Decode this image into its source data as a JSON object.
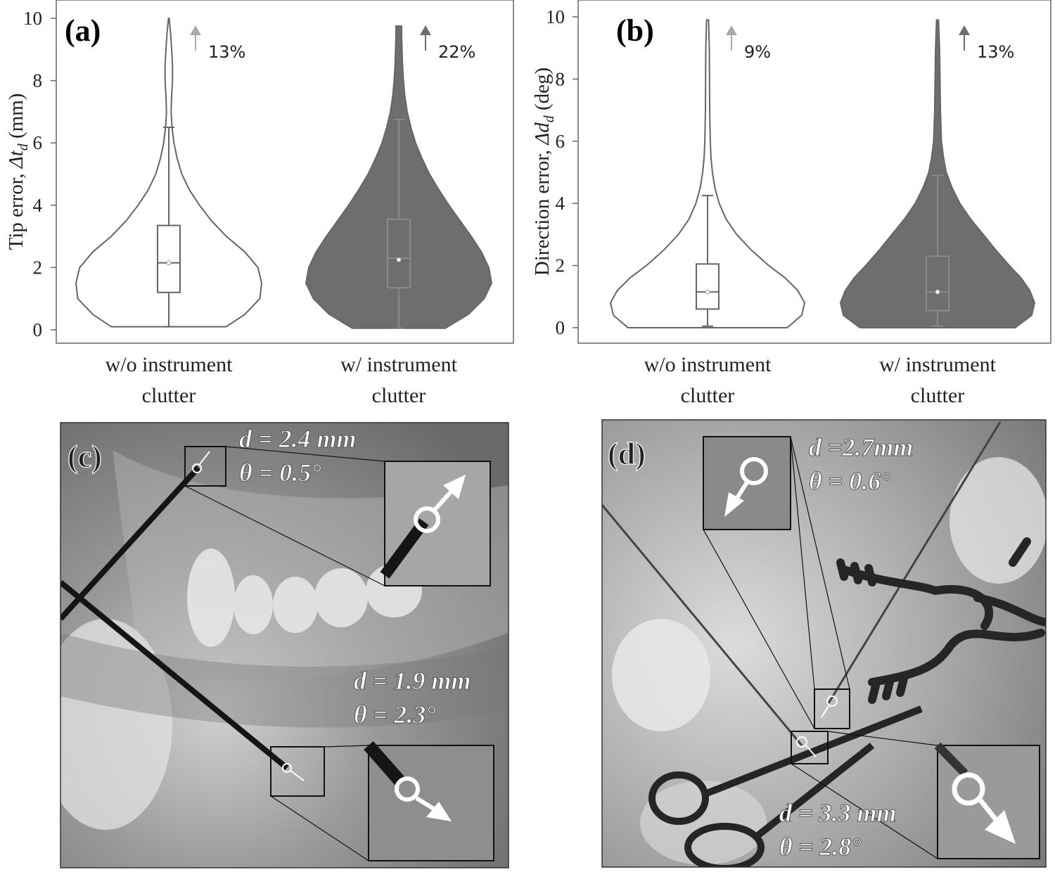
{
  "colors": {
    "white_fill": "#ffffff",
    "clutter_fill": "#6e6e6e",
    "outline": "#666666",
    "arrow_light": "#aaaaaa",
    "arrow_dark": "#6e6e6e"
  },
  "chart_data": [
    {
      "type": "violin",
      "panel": "(a)",
      "ylabel": "Tip error, Δt_d (mm)",
      "ylabel_plain": "Tip error, ",
      "ylabel_sym": "Δt",
      "ylabel_sub": "d",
      "ylabel_unit": " (mm)",
      "ylim": [
        0,
        10
      ],
      "yticks": [
        0,
        2,
        4,
        6,
        8,
        10
      ],
      "categories": [
        {
          "line1": "w/o instrument",
          "line2": "clutter"
        },
        {
          "line1": "w/ instrument",
          "line2": "clutter"
        }
      ],
      "series": [
        {
          "fill": "white",
          "min": 0.1,
          "q1": 1.2,
          "median": 2.15,
          "mean": 2.15,
          "q3": 3.35,
          "whisker_low": 0.1,
          "whisker_high": 6.5,
          "max": 10.0,
          "density": [
            [
              0.1,
              0.62
            ],
            [
              0.5,
              0.82
            ],
            [
              1.0,
              0.98
            ],
            [
              1.5,
              1.0
            ],
            [
              2.0,
              0.96
            ],
            [
              2.5,
              0.82
            ],
            [
              3.0,
              0.62
            ],
            [
              3.5,
              0.46
            ],
            [
              4.0,
              0.33
            ],
            [
              4.5,
              0.22
            ],
            [
              5.0,
              0.14
            ],
            [
              5.5,
              0.09
            ],
            [
              6.0,
              0.055
            ],
            [
              6.5,
              0.035
            ],
            [
              7.0,
              0.025
            ],
            [
              7.5,
              0.03
            ],
            [
              8.0,
              0.04
            ],
            [
              8.5,
              0.04
            ],
            [
              9.0,
              0.03
            ],
            [
              9.5,
              0.02
            ],
            [
              10.0,
              0.004
            ]
          ],
          "outlier_pct": "13%",
          "arrow_color": "light"
        },
        {
          "fill": "gray",
          "min": 0.05,
          "q1": 1.35,
          "median": 2.3,
          "mean": 2.25,
          "q3": 3.55,
          "whisker_low": 0.05,
          "whisker_high": 6.75,
          "max": 9.75,
          "density": [
            [
              0.05,
              0.5
            ],
            [
              0.5,
              0.75
            ],
            [
              1.0,
              0.92
            ],
            [
              1.5,
              1.0
            ],
            [
              2.0,
              0.97
            ],
            [
              2.5,
              0.89
            ],
            [
              3.0,
              0.78
            ],
            [
              3.5,
              0.66
            ],
            [
              4.0,
              0.54
            ],
            [
              4.5,
              0.43
            ],
            [
              5.0,
              0.33
            ],
            [
              5.5,
              0.25
            ],
            [
              6.0,
              0.18
            ],
            [
              6.5,
              0.13
            ],
            [
              7.0,
              0.09
            ],
            [
              7.5,
              0.065
            ],
            [
              8.0,
              0.05
            ],
            [
              8.5,
              0.04
            ],
            [
              9.0,
              0.035
            ],
            [
              9.5,
              0.03
            ],
            [
              9.75,
              0.03
            ]
          ],
          "outlier_pct": "22%",
          "arrow_color": "dark"
        }
      ]
    },
    {
      "type": "violin",
      "panel": "(b)",
      "ylabel": "Direction error, Δd_d (deg)",
      "ylabel_plain": "Direction error, ",
      "ylabel_sym": "Δd",
      "ylabel_sub": "d",
      "ylabel_unit": " (deg)",
      "ylim": [
        0,
        10
      ],
      "yticks": [
        0,
        2,
        4,
        6,
        8,
        10
      ],
      "categories": [
        {
          "line1": "w/o instrument",
          "line2": "clutter"
        },
        {
          "line1": "w/ instrument",
          "line2": "clutter"
        }
      ],
      "series": [
        {
          "fill": "white",
          "min": 0.0,
          "q1": 0.6,
          "median": 1.15,
          "mean": 1.15,
          "q3": 2.05,
          "whisker_low": 0.05,
          "whisker_high": 4.25,
          "max": 9.9,
          "density": [
            [
              0.0,
              0.82
            ],
            [
              0.4,
              0.97
            ],
            [
              0.8,
              1.0
            ],
            [
              1.2,
              0.93
            ],
            [
              1.6,
              0.8
            ],
            [
              2.0,
              0.63
            ],
            [
              2.5,
              0.45
            ],
            [
              3.0,
              0.3
            ],
            [
              3.5,
              0.19
            ],
            [
              4.0,
              0.12
            ],
            [
              4.5,
              0.075
            ],
            [
              5.0,
              0.05
            ],
            [
              5.5,
              0.035
            ],
            [
              6.0,
              0.028
            ],
            [
              7.0,
              0.022
            ],
            [
              8.0,
              0.02
            ],
            [
              9.0,
              0.018
            ],
            [
              9.9,
              0.01
            ]
          ],
          "outlier_pct": "9%",
          "arrow_color": "light"
        },
        {
          "fill": "gray",
          "min": 0.0,
          "q1": 0.55,
          "median": 1.15,
          "mean": 1.15,
          "q3": 2.3,
          "whisker_low": 0.05,
          "whisker_high": 4.9,
          "max": 9.9,
          "density": [
            [
              0.0,
              0.8
            ],
            [
              0.4,
              0.97
            ],
            [
              0.8,
              1.0
            ],
            [
              1.2,
              0.95
            ],
            [
              1.6,
              0.86
            ],
            [
              2.0,
              0.74
            ],
            [
              2.5,
              0.6
            ],
            [
              3.0,
              0.47
            ],
            [
              3.5,
              0.34
            ],
            [
              4.0,
              0.23
            ],
            [
              4.5,
              0.15
            ],
            [
              5.0,
              0.09
            ],
            [
              5.5,
              0.06
            ],
            [
              6.0,
              0.04
            ],
            [
              7.0,
              0.03
            ],
            [
              8.0,
              0.025
            ],
            [
              9.0,
              0.02
            ],
            [
              9.9,
              0.01
            ]
          ],
          "outlier_pct": "13%",
          "arrow_color": "dark"
        }
      ]
    }
  ],
  "images": [
    {
      "panel": "(c)",
      "annotations": [
        {
          "d": "d = 2.4 mm",
          "theta": "θ = 0.5°"
        },
        {
          "d": "d = 1.9 mm",
          "theta": "θ = 2.3°"
        }
      ]
    },
    {
      "panel": "(d)",
      "annotations": [
        {
          "d": "d =2.7mm",
          "theta": "θ = 0.6°"
        },
        {
          "d": "d = 3.3 mm",
          "theta": "θ = 2.8°"
        }
      ]
    }
  ]
}
